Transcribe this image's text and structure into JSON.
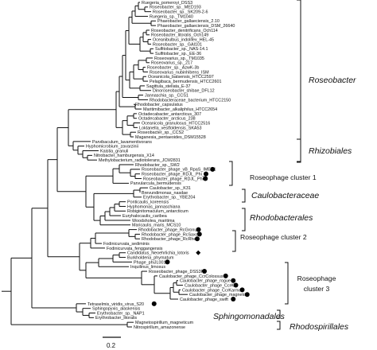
{
  "leaves": [
    "Ruegeria_pomeroyi_DSS3",
    "Roseobacter_sp._MED193",
    "Roseobacter_sp._SK209-2-6",
    "Ruegeria_sp._TM1040",
    "Phaeobacter_gallaeciensis_2.10",
    "Phaeobacter_gallaeciensis_DSM_26640",
    "Roseobacter_denitrificans_Och114",
    "Roseobacter_litoralis_Och149",
    "Oceanibulbus_indolifex_HEL-45",
    "Roseobacter_sp._GAI101",
    "Sulfitobacter_sp._NAS-14.1",
    "Sulfitobacter_sp._EE-36",
    "Roseovarius_sp._TM1035",
    "Roseovarius_sp._217",
    "Roseobacter_sp._AzwK-3b",
    "Roseovarius_nubinhibens_ISM",
    "Oceanicola_batsensis_HTCC2597",
    "Pelagibaca_bermudensis_HTCC2601",
    "Sagittula_stellata_E-37",
    "Dinoroseobacter_shibae_DFL12",
    "Jannaschia_sp._CCS1",
    "Rhodobacteraceae_bacterium_HTCC2150",
    "Rhodobacter_capsulatus",
    "Maritimibacter_alkaliphilus_HTCC2654",
    "Octadecabacter_antarcticus_307",
    "Octadecabacter_arcticus_238",
    "Oceanicola_granulosus_HTCC2516",
    "Loktanella_vestfoldensis_SKA53",
    "Roseobacter_sp._CCS2",
    "Maganesia_pentaeoides_DSM15528",
    "Parvibaculum_lavamentivorans",
    "Hyphomicrobium_zavarzinii",
    "Kaistia_granuli",
    "Nitrobacter_hamburgensis_X14",
    "Methylobacterium_radiotolerans_JCM2831",
    "Rhodobacter_sp._SW2",
    "Roseobacter_phage_vB_RpaS_IMEP1",
    "Roseobacter_phage_RDJL_Phi_2",
    "Roseobacter_phage_RDJL_Phi1",
    "Parvularcula_bermudensis",
    "Caulobacter_sp._K31",
    "Brevundimonas_nasdae",
    "Erythrobacter_sp._YBE204",
    "Ponticaulis_koreensis",
    "Hyphomonas_jannaschiana",
    "Robiginitomaculum_antarcticum",
    "Euryhalocaulis_caribea",
    "Woodsholea_maritima",
    "Maricaulis_maris_MCS10",
    "Rhodobacter_phage_RcGronus",
    "Rhodobacter_phage_RcSaxon",
    "Rhodobacter_phage_RcRhea",
    "Fodinicurvata_sediminis",
    "Fodinicurvata_fenggangensis",
    "Candidatus_Neoehrlichia_lotoris",
    "Burkholderia_phymatum",
    "Phage_phiJL001",
    "Inquilinus_limosus",
    "Roseobacter_phage_DSS3P8",
    "Caulobacter_phage_CcrColossus",
    "Caulobacter_phage_rogue",
    "Caulobacter_phage_CcrK",
    "Caulobacter_phage_CcrKarma",
    "Caulobacter_phage_magneto",
    "Caulobacter_phage_swift",
    "Tetraselmis_viridis_virus_S20",
    "Sphingopyxis_alaskensis",
    "Erythrobacter_sp._NAP1",
    "Erythrobacter_litoralis",
    "Magnetospirillum_magneticum",
    "Nitrospirillum_amazonense"
  ],
  "markers": {
    "36": "circle",
    "37": "circle",
    "38": "circle",
    "49": "circle",
    "50": "circle",
    "51": "circle",
    "54": "diamond",
    "56": "circle",
    "58": "circle",
    "59": "circle",
    "60": "circle",
    "61": "circle",
    "62": "circle",
    "63": "circle",
    "64": "circle",
    "65": "circle"
  },
  "clades": [
    {
      "id": "roseobacter",
      "label": "Roseobacter",
      "style": "italic"
    },
    {
      "id": "rhizobiales",
      "label": "Rhizobiales",
      "style": "italic"
    },
    {
      "id": "roseophage1",
      "label": "Roseophage cluster 1",
      "style": "plain"
    },
    {
      "id": "caulobacteraceae",
      "label": "Caulobacteraceae",
      "style": "italic"
    },
    {
      "id": "rhodobacterales",
      "label": "Rhodobacterales",
      "style": "italic"
    },
    {
      "id": "roseophage2",
      "label": "Roseophage cluster 2",
      "style": "plain"
    },
    {
      "id": "roseophage3",
      "label": "Roseophage\ncluster 3",
      "style": "plain"
    },
    {
      "id": "sphingomonadales",
      "label": "Sphingomonadales",
      "style": "italic"
    },
    {
      "id": "rhodospirillales",
      "label": "Rhodospirillales",
      "style": "italic"
    }
  ],
  "scale_bar": {
    "label": "0.2"
  }
}
